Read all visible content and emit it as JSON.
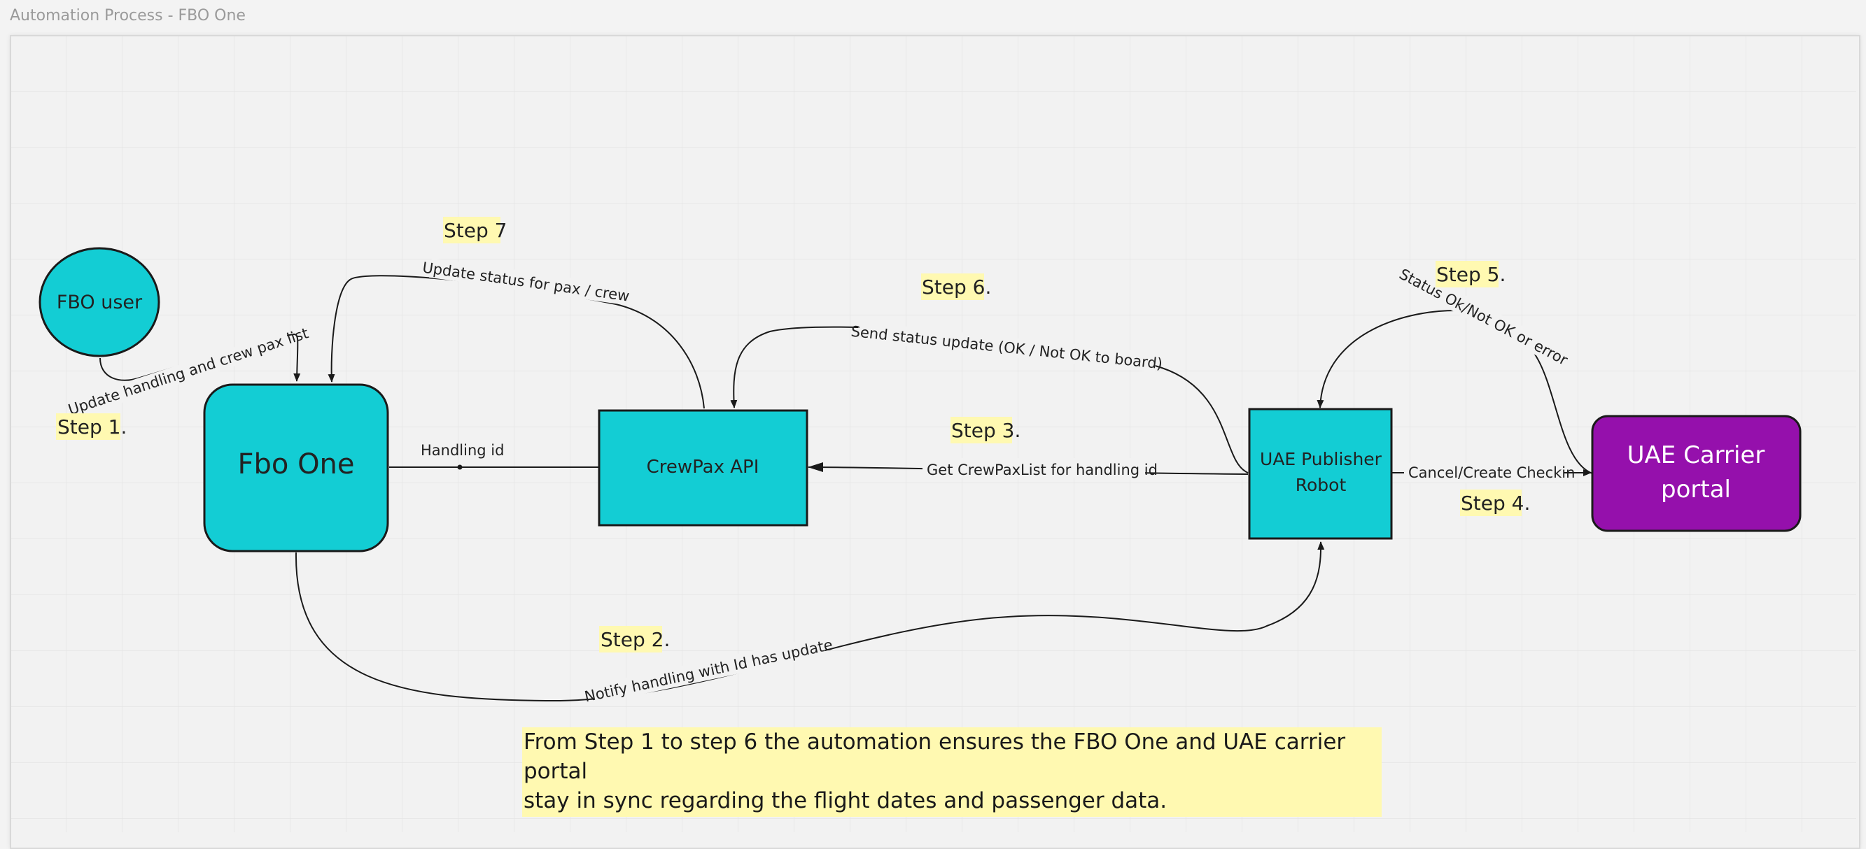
{
  "board_title": "Automation Process - FBO One",
  "nodes": {
    "fbo_user": "FBO user",
    "fbo_one": "Fbo One",
    "crewpax_api": "CrewPax API",
    "uae_robot_line1": "UAE Publisher",
    "uae_robot_line2": "Robot",
    "uae_portal_line1": "UAE Carrier",
    "uae_portal_line2": "portal"
  },
  "edges": {
    "update_handling": "Update handling and crew pax list",
    "handling_id": "Handling id",
    "update_status": "Update status for pax / crew",
    "send_status": "Send status update (OK / Not OK to board)",
    "get_crewpax": "Get CrewPaxList for handling id",
    "status_ok": "Status Ok/Not OK or error",
    "cancel_create": "Cancel/Create Checkin",
    "notify": "Notify handling with Id has update"
  },
  "steps": {
    "step1": "Step 1.",
    "step2": "Step 2.",
    "step3": "Step 3.",
    "step4": "Step 4.",
    "step5": "Step 5.",
    "step6": "Step 6.",
    "step7": "Step 7"
  },
  "note": {
    "line1": "From Step 1 to step 6 the automation ensures the FBO One and UAE carrier portal",
    "line2": "stay in sync regarding the flight dates and passenger data."
  },
  "colors": {
    "cyan": "#13cdd4",
    "purple": "#9510ac",
    "sticky": "#fff9b1",
    "line": "#1a1a1a"
  }
}
